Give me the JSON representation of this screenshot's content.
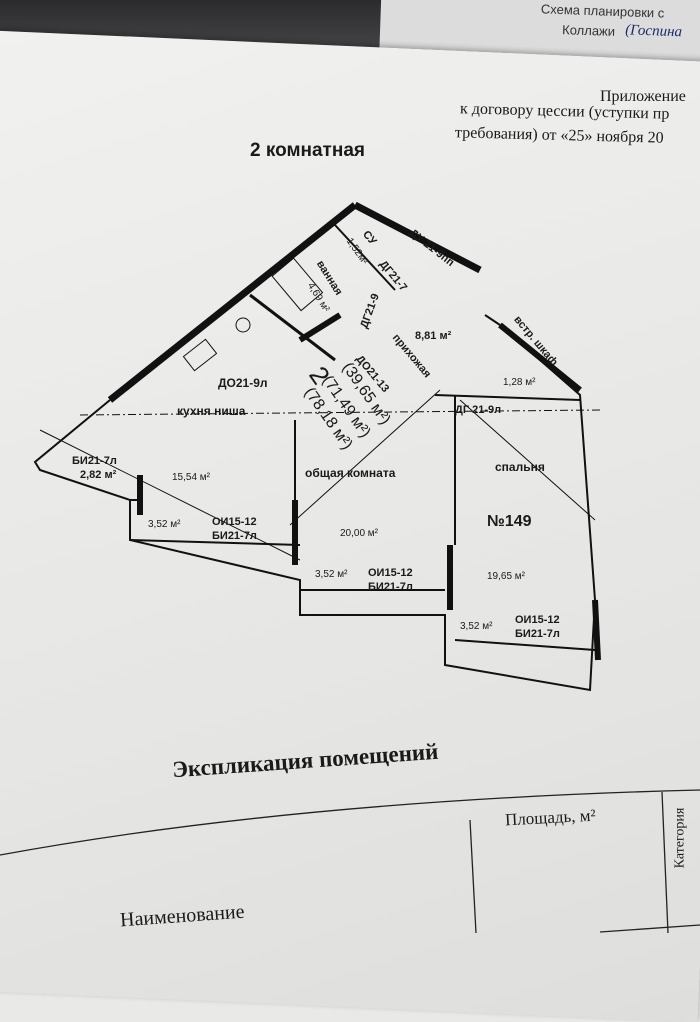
{
  "background_doc": {
    "line1": "Схема планировки с",
    "line2": "Коллажи",
    "handwriting": "(Госпина"
  },
  "header": {
    "line1": "Приложение",
    "line2": "к договору цессии (уступки пр",
    "line3": "требования) от «25» ноября 20"
  },
  "plan_title": "2 комнатная",
  "plan": {
    "su_label": "СУ",
    "su_area": "1,52м²",
    "bath_label": "ванная",
    "bath_area": "4,69 м²",
    "door_du": "ДУ 21-9пп",
    "door_dg217": "ДГ21-7",
    "door_dg219": "ДГ21-9",
    "hall_area": "8,81 м²",
    "hall_label": "прихожая",
    "door_do2113": "ДО21-13",
    "rooms_count": "2",
    "living_area": "(39,65 м²)",
    "total_area": "(71,49 м²)",
    "total_with_balc": "(78,18 м²)",
    "closet_label": "встр. шкаф",
    "closet_area": "1,28 м²",
    "door_dg219l": "ДГ 21-9л",
    "door_do219l": "ДО21-9л",
    "kitchen_label": "кухня ниша",
    "kitchen_area": "15,54 м²",
    "bi_left": "БИ21-7л",
    "balc_small_area": "2,82 м²",
    "living_label": "общая комната",
    "living_room_area": "20,00 м²",
    "bedroom_label": "спальня",
    "apt_number": "№149",
    "bedroom_area": "19,65 м²",
    "balconies": [
      {
        "area": "3,52 м²",
        "oi": "ОИ15-12",
        "bi": "БИ21-7л"
      },
      {
        "area": "3,52 м²",
        "oi": "ОИ15-12",
        "bi": "БИ21-7л"
      },
      {
        "area": "3,52 м²",
        "oi": "ОИ15-12",
        "bi": "БИ21-7л"
      }
    ]
  },
  "explication": {
    "title": "Экспликация помещений",
    "col_name": "Наименование",
    "col_area": "Площадь, м²",
    "col_category": "Категория"
  }
}
